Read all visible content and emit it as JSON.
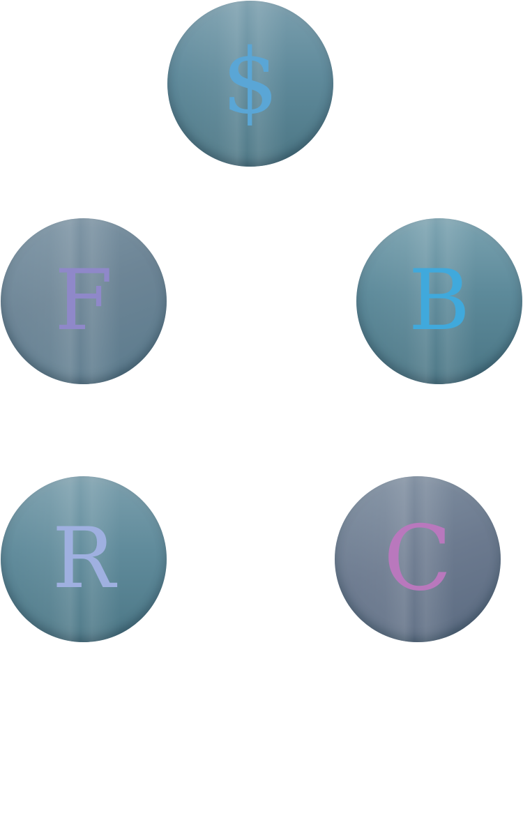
{
  "coins": [
    {
      "symbol": "$",
      "color": "#5aa6d6"
    },
    {
      "symbol": "F",
      "color": "#8f88c9"
    },
    {
      "symbol": "B",
      "color": "#40a9dc"
    },
    {
      "symbol": "R",
      "color": "#9fb0e0"
    },
    {
      "symbol": "C",
      "color": "#b978bd"
    }
  ]
}
